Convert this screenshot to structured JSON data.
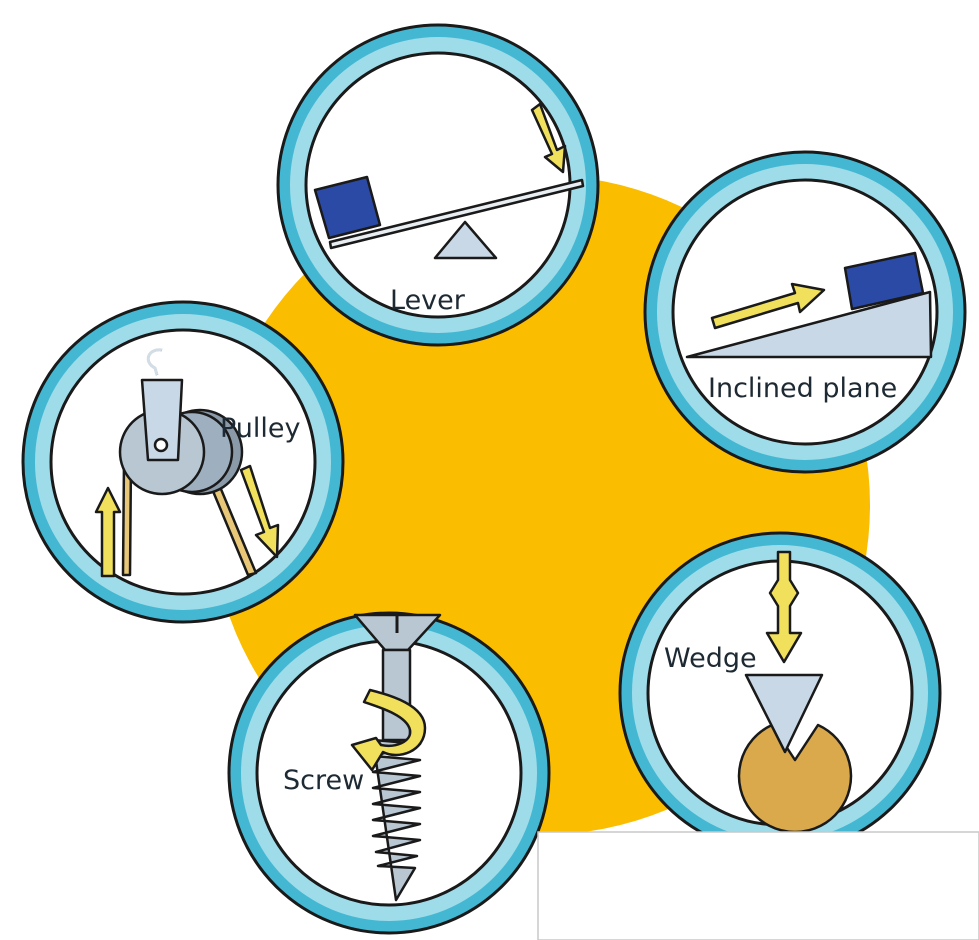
{
  "colors": {
    "hub": "#fbbd00",
    "ring_outer": "#44b8d2",
    "ring_inner": "#9fdcea",
    "block": "#2b4aa6",
    "arrow": "#f1e05c",
    "metal": "#b9c7d3",
    "rope": "#e8c878",
    "wood": "#d9a94b"
  },
  "machines": [
    {
      "id": "lever",
      "label": "Lever",
      "icon": "seesaw-icon"
    },
    {
      "id": "inclined-plane",
      "label": "Inclined plane",
      "icon": "ramp-icon"
    },
    {
      "id": "wedge",
      "label": "Wedge",
      "icon": "wedge-icon"
    },
    {
      "id": "screw",
      "label": "Screw",
      "icon": "screw-icon"
    },
    {
      "id": "pulley",
      "label": "Pulley",
      "icon": "pulley-icon"
    }
  ]
}
